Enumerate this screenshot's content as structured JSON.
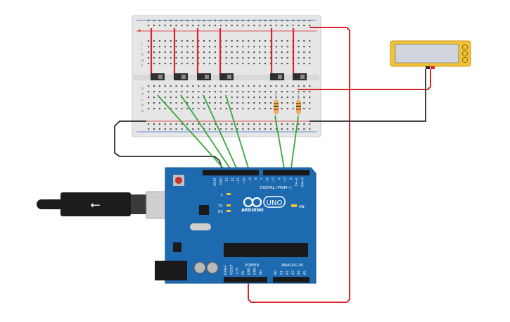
{
  "colors": {
    "canvas_bg": "#ffffff",
    "breadboard": "#e6e6e6",
    "breadboard_hole": "#5a5a5a",
    "rail_red": "#d9262c",
    "rail_blue": "#2c6fc0",
    "wire_red": "#d9262c",
    "wire_black": "#2b2b2b",
    "wire_green": "#3aa63a",
    "arduino_board": "#1e6ab0",
    "header": "#1a1a1a",
    "switch": "#2f2f2f",
    "lcd_frame": "#f2c235",
    "lcd_screen": "#cfd5db",
    "resistor": "#e8b15e",
    "usb_cable": "#1c1c1c",
    "usb_metal": "#cfcfcf"
  },
  "breadboard": {
    "row_letters_top": [
      "j",
      "i",
      "h",
      "g",
      "f"
    ],
    "row_letters_bottom": [
      "e",
      "d",
      "c",
      "b",
      "a"
    ],
    "rail_plus": "+",
    "rail_minus": "-"
  },
  "lcd": {
    "buttons": [
      "up-button-icon",
      "select-button-icon",
      "down-button-icon"
    ]
  },
  "arduino": {
    "logo_text": "ARDUINO",
    "model": "UNO",
    "digital_label": "DIGITAL (PWM~)",
    "power_label": "POWER",
    "analog_label": "ANALOG IN",
    "on_label": "ON",
    "led_labels": [
      "L",
      "TX",
      "RX"
    ],
    "digital_pins": [
      "AREF",
      "GND",
      "13",
      "12",
      "~11",
      "~10",
      "~9",
      "8",
      "7",
      "~6",
      "~5",
      "4",
      "~3",
      "2",
      "TX→1",
      "RX←0"
    ],
    "power_pins": [
      "IOREF",
      "RESET",
      "3.3V",
      "5V",
      "GND",
      "GND",
      "Vin"
    ],
    "analog_pins": [
      "A0",
      "A1",
      "A2",
      "A3",
      "A4",
      "A5"
    ]
  }
}
